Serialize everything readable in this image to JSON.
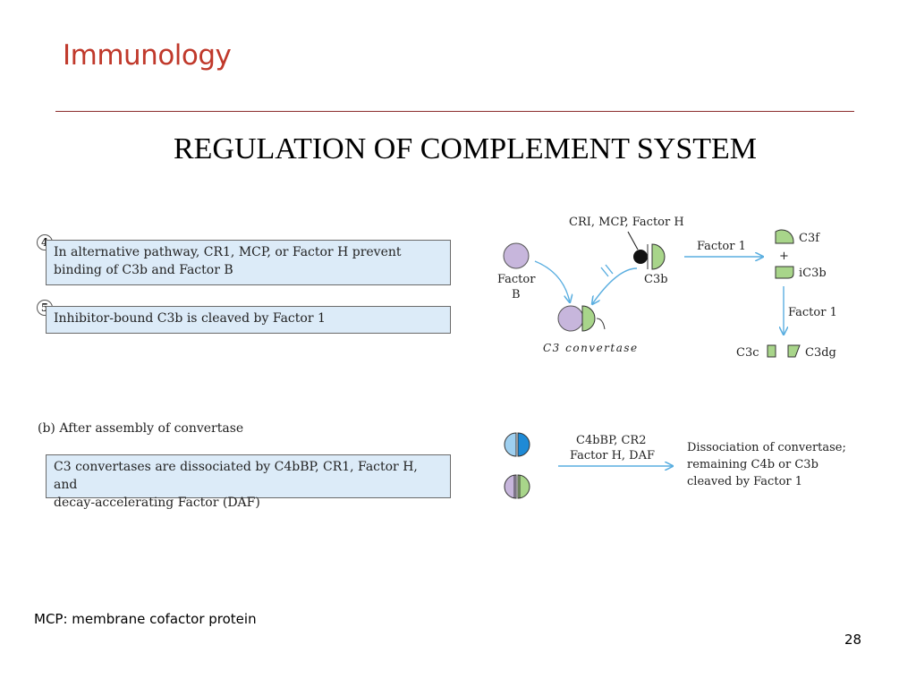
{
  "header": {
    "title": "Immunology"
  },
  "slide": {
    "title": "REGULATION OF COMPLEMENT SYSTEM"
  },
  "panel_a": {
    "steps": [
      {
        "number": "4",
        "text_line1": "In alternative pathway, CR1, MCP, or Factor H prevent",
        "text_line2": "binding of C3b and Factor B"
      },
      {
        "number": "5",
        "text": "Inhibitor-bound C3b is cleaved by Factor 1"
      }
    ],
    "diagram": {
      "inhibitors_label": "CRI, MCP, Factor H",
      "factor_b_line1": "Factor",
      "factor_b_line2": "B",
      "c3b_label": "C3b",
      "convertase_label": "C3 convertase",
      "arrow1_label": "Factor 1",
      "c3f_label": "C3f",
      "plus_sign": "+",
      "ic3b_label": "iC3b",
      "arrow2_label": "Factor 1",
      "c3c_label": "C3c",
      "c3dg_label": "C3dg"
    }
  },
  "panel_b": {
    "heading": "(b) After assembly of convertase",
    "text_line1": "C3 convertases are dissociated by C4bBP, CR1, Factor H, and",
    "text_line2": "decay-accelerating Factor (DAF)",
    "arrow_label_line1": "C4bBP, CR2",
    "arrow_label_line2": "Factor H, DAF",
    "result_line1": "Dissociation of convertase;",
    "result_line2": "remaining C4b or C3b",
    "result_line3": "cleaved by Factor 1"
  },
  "footer": {
    "footnote": "MCP: membrane cofactor protein",
    "page_number": "28"
  },
  "colors": {
    "header_accent": "#c0392b",
    "rule": "#8b2c2c",
    "box_fill": "#dcebf8",
    "factor_b_purple": "#c7b6dc",
    "c3b_green": "#a8d58a",
    "c4b_blue": "#1e8ad6",
    "light_blue": "#9fd0f0",
    "arrow_blue": "#5aaee0"
  }
}
